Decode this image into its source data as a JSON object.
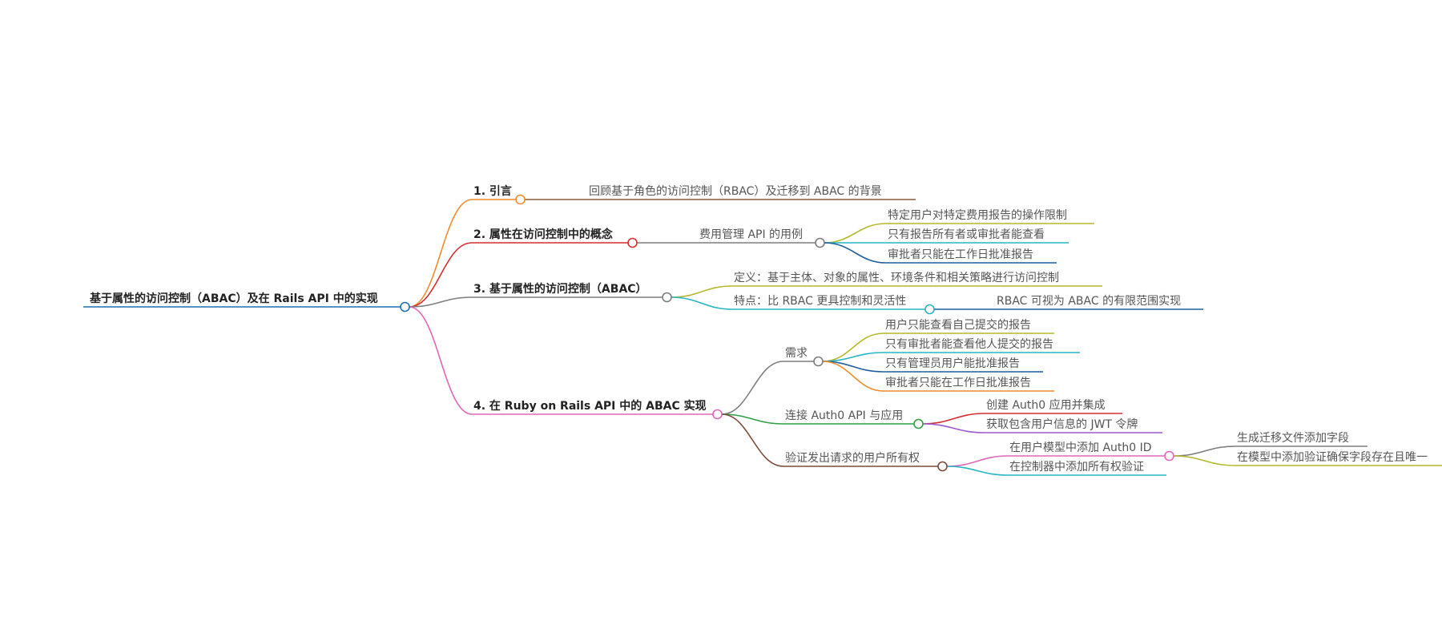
{
  "root": {
    "label": "基于属性的访问控制（ABAC）及在 Rails API 中的实现",
    "color": "#1a6fae"
  },
  "branches": [
    {
      "id": "b1",
      "label": "1. 引言",
      "color": "#f08c2a",
      "children": [
        {
          "id": "b1c1",
          "label": "回顾基于角色的访问控制（RBAC）及迁移到 ABAC 的背景",
          "color": "#8b5a3c"
        }
      ]
    },
    {
      "id": "b2",
      "label": "2. 属性在访问控制中的概念",
      "color": "#d32f2f",
      "children": [
        {
          "id": "b2c1",
          "label": "费用管理 API 的用例",
          "color": "#7d7d7d",
          "children": [
            {
              "id": "b2c1a",
              "label": "特定用户对特定费用报告的操作限制",
              "color": "#b5b82a"
            },
            {
              "id": "b2c1b",
              "label": "只有报告所有者或审批者能查看",
              "color": "#26b5c4"
            },
            {
              "id": "b2c1c",
              "label": "审批者只能在工作日批准报告",
              "color": "#1f5f9e"
            }
          ]
        }
      ]
    },
    {
      "id": "b3",
      "label": "3. 基于属性的访问控制（ABAC）",
      "color": "#7d7d7d",
      "children": [
        {
          "id": "b3c1",
          "label": "定义：基于主体、对象的属性、环境条件和相关策略进行访问控制",
          "color": "#b5b82a"
        },
        {
          "id": "b3c2",
          "label": "特点：比 RBAC 更具控制和灵活性",
          "color": "#26b5c4",
          "children": [
            {
              "id": "b3c2a",
              "label": "RBAC 可视为 ABAC 的有限范围实现",
              "color": "#1f5f9e"
            }
          ]
        }
      ]
    },
    {
      "id": "b4",
      "label": "4. 在 Ruby on Rails API 中的 ABAC 实现",
      "color": "#e066b8",
      "children": [
        {
          "id": "b4c1",
          "label": "需求",
          "color": "#7d7d7d",
          "children": [
            {
              "id": "b4c1a",
              "label": "用户只能查看自己提交的报告",
              "color": "#b5b82a"
            },
            {
              "id": "b4c1b",
              "label": "只有审批者能查看他人提交的报告",
              "color": "#26b5c4"
            },
            {
              "id": "b4c1c",
              "label": "只有管理员用户能批准报告",
              "color": "#1f5f9e"
            },
            {
              "id": "b4c1d",
              "label": "审批者只能在工作日批准报告",
              "color": "#f08c2a"
            }
          ]
        },
        {
          "id": "b4c2",
          "label": "连接 Auth0 API 与应用",
          "color": "#2ea043",
          "children": [
            {
              "id": "b4c2a",
              "label": "创建 Auth0 应用并集成",
              "color": "#d32f2f"
            },
            {
              "id": "b4c2b",
              "label": "获取包含用户信息的 JWT 令牌",
              "color": "#9b59d0"
            }
          ]
        },
        {
          "id": "b4c3",
          "label": "验证发出请求的用户所有权",
          "color": "#7b4a3a",
          "children": [
            {
              "id": "b4c3a",
              "label": "在用户模型中添加 Auth0 ID",
              "color": "#e066b8",
              "children": [
                {
                  "id": "b4c3a1",
                  "label": "生成迁移文件添加字段",
                  "color": "#7d7d7d"
                },
                {
                  "id": "b4c3a2",
                  "label": "在模型中添加验证确保字段存在且唯一",
                  "color": "#b5b82a"
                }
              ]
            },
            {
              "id": "b4c3b",
              "label": "在控制器中添加所有权验证",
              "color": "#26b5c4"
            }
          ]
        }
      ]
    }
  ]
}
